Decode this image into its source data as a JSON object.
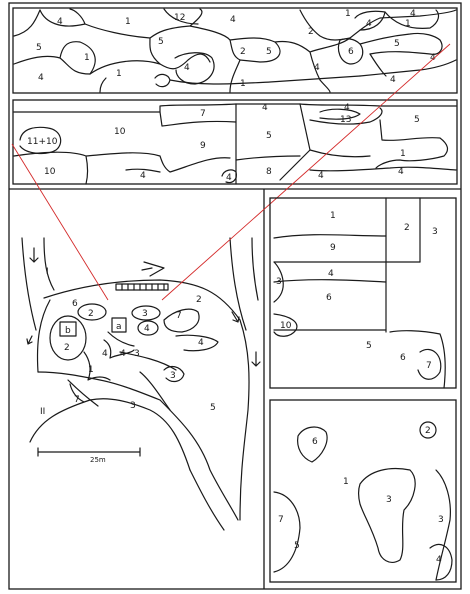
{
  "strip_a_labels": [
    "4",
    "1",
    "12",
    "4",
    "1",
    "4",
    "4",
    "1",
    "5",
    "1",
    "5",
    "2",
    "5",
    "2",
    "6",
    "5",
    "4",
    "4",
    "1",
    "4",
    "1",
    "4",
    "4"
  ],
  "strip_b_labels": [
    "7",
    "4",
    "4",
    "5",
    "11+10",
    "10",
    "9",
    "5",
    "13",
    "1",
    "10",
    "4",
    "4",
    "8",
    "4",
    "4"
  ],
  "sketch": {
    "zone_labels": [
      "I",
      "II"
    ],
    "scale_label": "25m",
    "area_labels": [
      "6",
      "2",
      "b",
      "2",
      "a",
      "3",
      "4",
      "7",
      "4",
      "3",
      "2",
      "3",
      "4",
      "1",
      "7",
      "4",
      "3",
      "5"
    ]
  },
  "map_c_labels": [
    "1",
    "9",
    "2",
    "3",
    "4",
    "3",
    "6",
    "10",
    "5",
    "6",
    "7"
  ],
  "map_d_labels": [
    "6",
    "2",
    "1",
    "3",
    "7",
    "5",
    "3",
    "4"
  ]
}
